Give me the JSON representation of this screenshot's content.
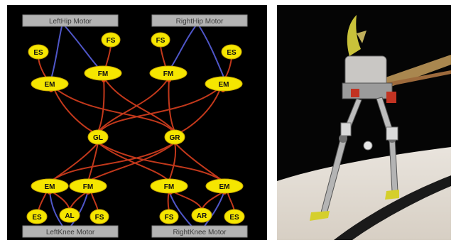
{
  "diagram": {
    "motors": {
      "left_hip": "LeftHip Motor",
      "right_hip": "RightHip Motor",
      "left_knee": "LeftKnee Motor",
      "right_knee": "RightKnee Motor"
    },
    "nodes": {
      "es": "ES",
      "fs": "FS",
      "em": "EM",
      "fm": "FM",
      "gl": "GL",
      "gr": "GR",
      "al": "AL",
      "ar": "AR"
    }
  },
  "colors": {
    "node_fill": "#f5e600",
    "motor_box": "#b3b3b3",
    "excitatory_link": "#c2381b",
    "motor_link": "#4f56c8",
    "background": "#000000"
  }
}
